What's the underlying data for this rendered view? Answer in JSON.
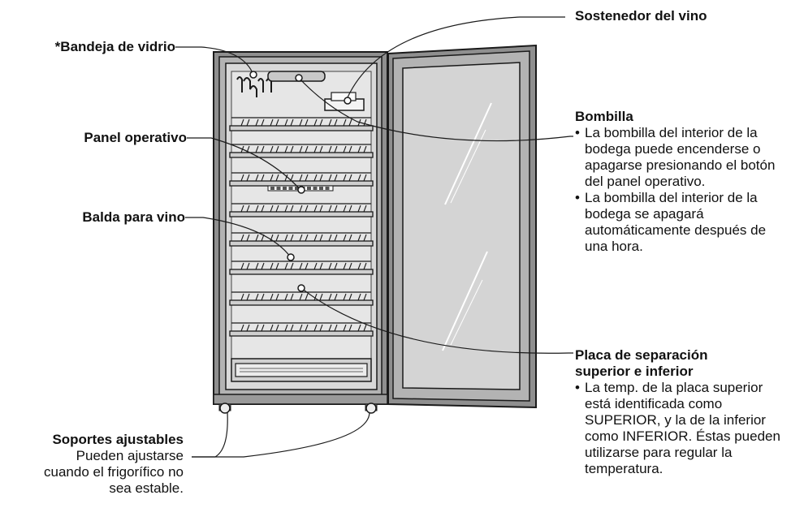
{
  "labels": {
    "glass_tray": "*Bandeja de vidrio",
    "control_panel": "Panel operativo",
    "wine_shelf": "Balda para vino",
    "wine_holder": "Sostenedor del vino",
    "lamp": {
      "title": "Bombilla",
      "items": [
        "La bombilla del interior de la bodega puede encenderse o apagarse presionando el botón del panel operativo.",
        "La bombilla del interior de la bodega se apagará automáticamente después de una hora."
      ]
    },
    "separator": {
      "title_line1": "Placa de separación",
      "title_line2": "superior e inferior",
      "items": [
        "La temp. de la placa superior está identificada como SUPERIOR, y la de la inferior como INFERIOR. Éstas pueden utilizarse para regular la temperatura."
      ]
    },
    "feet": {
      "title": "Soportes ajustables",
      "lines": [
        "Pueden ajustarse",
        "cuando el frigorífico no",
        "sea estable."
      ]
    }
  },
  "colors": {
    "line": "#1a1a1a",
    "cabinet_frame": "#8c8c8c",
    "interior": "#d9d9d9",
    "glass": "#cfcfcf"
  }
}
